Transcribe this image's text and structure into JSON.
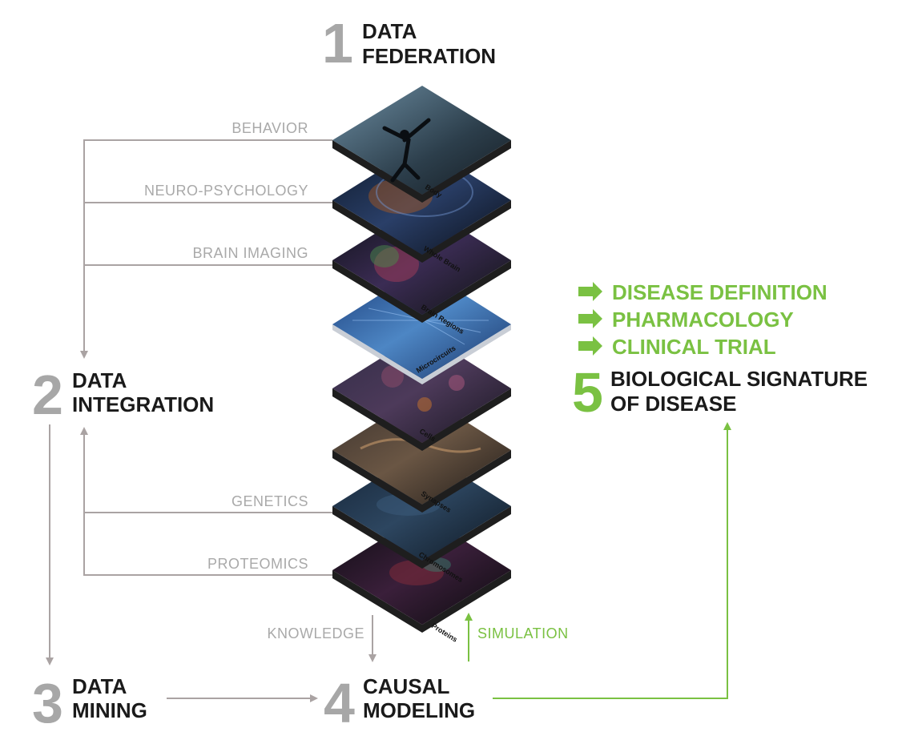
{
  "steps": {
    "federation": {
      "number": "1",
      "line1": "DATA",
      "line2": "FEDERATION"
    },
    "integration": {
      "number": "2",
      "line1": "DATA",
      "line2": "INTEGRATION"
    },
    "mining": {
      "number": "3",
      "line1": "DATA",
      "line2": "MINING"
    },
    "causal": {
      "number": "4",
      "line1": "CAUSAL",
      "line2": "MODELING"
    },
    "signature": {
      "number": "5",
      "line1": "BIOLOGICAL SIGNATURE",
      "line2": "OF DISEASE"
    }
  },
  "feeds": {
    "behavior": "BEHAVIOR",
    "neuro": "NEURO-PSYCHOLOGY",
    "brain_imaging": "BRAIN IMAGING",
    "genetics": "GENETICS",
    "proteomics": "PROTEOMICS",
    "knowledge": "KNOWLEDGE",
    "simulation": "SIMULATION"
  },
  "outcomes": [
    "DISEASE DEFINITION",
    "PHARMACOLOGY",
    "CLINICAL TRIAL"
  ],
  "layers": [
    "Body",
    "Whole Brain",
    "Brain Regions",
    "Microcircuits",
    "Cells",
    "Synapses",
    "Chromosomes",
    "Proteins"
  ],
  "colors": {
    "gray_arrow": "#aaa3a3",
    "green": "#7ac142",
    "number": "#a7a7a7",
    "title": "#1a1a1a"
  }
}
